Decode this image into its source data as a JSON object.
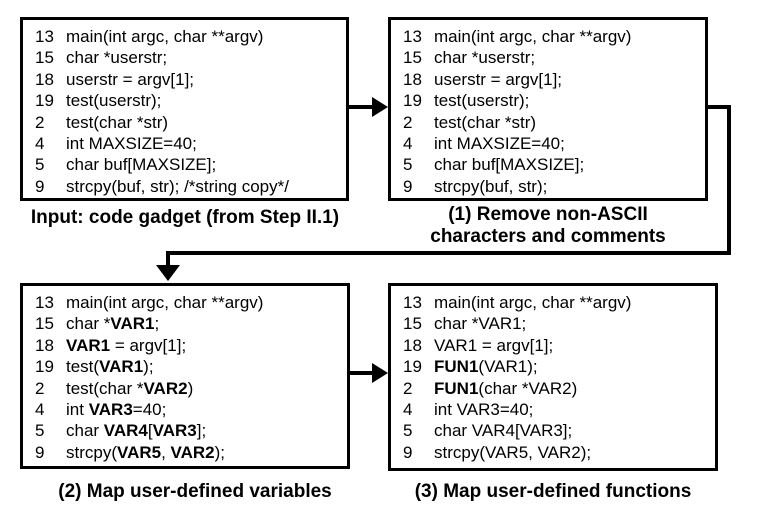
{
  "figure": {
    "panels": [
      {
        "caption": "Input: code gadget (from Step II.1)",
        "lines": [
          {
            "n": "13",
            "segs": [
              {
                "t": "main(int argc, char **argv)"
              }
            ]
          },
          {
            "n": "15",
            "segs": [
              {
                "t": "char *userstr;"
              }
            ]
          },
          {
            "n": "18",
            "segs": [
              {
                "t": "userstr = argv[1];"
              }
            ]
          },
          {
            "n": "19",
            "segs": [
              {
                "t": "test(userstr);"
              }
            ]
          },
          {
            "n": "2",
            "segs": [
              {
                "t": "test(char *str)"
              }
            ]
          },
          {
            "n": "4",
            "segs": [
              {
                "t": "int MAXSIZE=40;"
              }
            ]
          },
          {
            "n": "5",
            "segs": [
              {
                "t": "char buf[MAXSIZE];"
              }
            ]
          },
          {
            "n": "9",
            "segs": [
              {
                "t": "strcpy(buf, str); /*string copy*/"
              }
            ]
          }
        ]
      },
      {
        "caption": "(1) Remove non-ASCII\ncharacters and comments",
        "lines": [
          {
            "n": "13",
            "segs": [
              {
                "t": "main(int argc, char **argv)"
              }
            ]
          },
          {
            "n": "15",
            "segs": [
              {
                "t": "char *userstr;"
              }
            ]
          },
          {
            "n": "18",
            "segs": [
              {
                "t": "userstr = argv[1];"
              }
            ]
          },
          {
            "n": "19",
            "segs": [
              {
                "t": "test(userstr);"
              }
            ]
          },
          {
            "n": "2",
            "segs": [
              {
                "t": "test(char *str)"
              }
            ]
          },
          {
            "n": "4",
            "segs": [
              {
                "t": "int MAXSIZE=40;"
              }
            ]
          },
          {
            "n": "5",
            "segs": [
              {
                "t": "char buf[MAXSIZE];"
              }
            ]
          },
          {
            "n": "9",
            "segs": [
              {
                "t": "strcpy(buf, str);"
              }
            ]
          }
        ]
      },
      {
        "caption": "(2) Map user-defined variables",
        "lines": [
          {
            "n": "13",
            "segs": [
              {
                "t": "main(int argc, char **argv)"
              }
            ]
          },
          {
            "n": "15",
            "segs": [
              {
                "t": "char *"
              },
              {
                "t": "VAR1",
                "b": true
              },
              {
                "t": ";"
              }
            ]
          },
          {
            "n": "18",
            "segs": [
              {
                "t": "VAR1",
                "b": true
              },
              {
                "t": " = argv[1];"
              }
            ]
          },
          {
            "n": "19",
            "segs": [
              {
                "t": "test("
              },
              {
                "t": "VAR1",
                "b": true
              },
              {
                "t": ");"
              }
            ]
          },
          {
            "n": "2",
            "segs": [
              {
                "t": "test(char *"
              },
              {
                "t": "VAR2",
                "b": true
              },
              {
                "t": ")"
              }
            ]
          },
          {
            "n": "4",
            "segs": [
              {
                "t": "int "
              },
              {
                "t": "VAR3",
                "b": true
              },
              {
                "t": "=40;"
              }
            ]
          },
          {
            "n": "5",
            "segs": [
              {
                "t": "char "
              },
              {
                "t": "VAR4",
                "b": true
              },
              {
                "t": "["
              },
              {
                "t": "VAR3",
                "b": true
              },
              {
                "t": "];"
              }
            ]
          },
          {
            "n": "9",
            "segs": [
              {
                "t": "strcpy("
              },
              {
                "t": "VAR5",
                "b": true
              },
              {
                "t": ", "
              },
              {
                "t": "VAR2",
                "b": true
              },
              {
                "t": ");"
              }
            ]
          }
        ]
      },
      {
        "caption": "(3) Map user-defined functions",
        "lines": [
          {
            "n": "13",
            "segs": [
              {
                "t": "main(int argc, char **argv)"
              }
            ]
          },
          {
            "n": "15",
            "segs": [
              {
                "t": "char *VAR1;"
              }
            ]
          },
          {
            "n": "18",
            "segs": [
              {
                "t": "VAR1 = argv[1];"
              }
            ]
          },
          {
            "n": "19",
            "segs": [
              {
                "t": "FUN1",
                "b": true
              },
              {
                "t": "(VAR1);"
              }
            ]
          },
          {
            "n": "2",
            "segs": [
              {
                "t": "FUN1",
                "b": true
              },
              {
                "t": "(char *VAR2)"
              }
            ]
          },
          {
            "n": "4",
            "segs": [
              {
                "t": "int VAR3=40;"
              }
            ]
          },
          {
            "n": "5",
            "segs": [
              {
                "t": "char VAR4[VAR3];"
              }
            ]
          },
          {
            "n": "9",
            "segs": [
              {
                "t": "strcpy(VAR5, VAR2);"
              }
            ]
          }
        ]
      }
    ],
    "colors": {
      "line": "#000000",
      "background": "#ffffff",
      "text": "#000000"
    }
  }
}
